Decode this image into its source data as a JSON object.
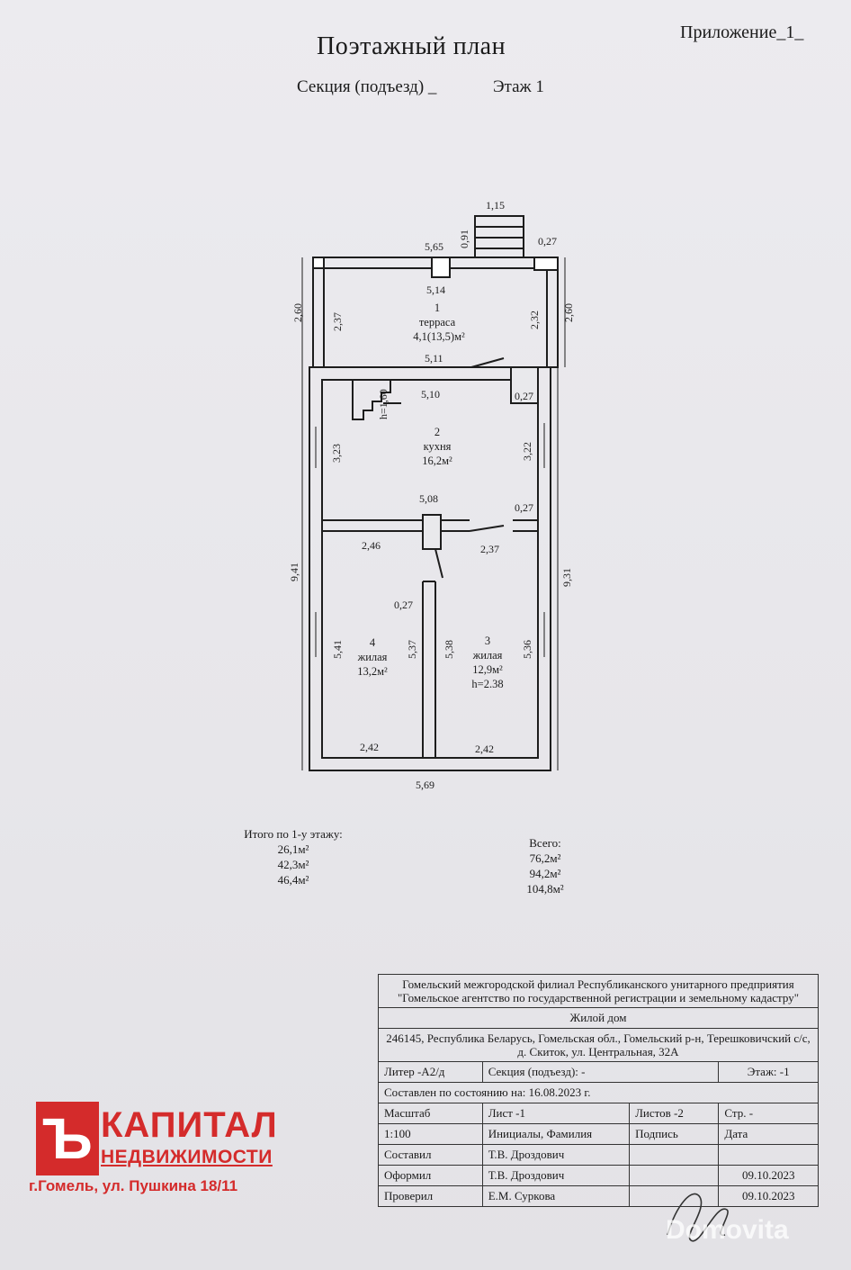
{
  "header": {
    "appendix": "Приложение_1_",
    "title": "Поэтажный план",
    "section": "Секция (подъезд) _",
    "floor": "Этаж 1"
  },
  "plan": {
    "dims": {
      "stairs_w": "1,15",
      "stairs_d": "0,91",
      "top_w": "5,65",
      "top_right": "0,27",
      "terrace_inner_w": "5,14",
      "left_outer_terrace": "2,60",
      "right_outer_terrace": "2,60",
      "terrace_left_h": "2,37",
      "terrace_right_h": "2,32",
      "terrace_bottom": "5,11",
      "kitchen_top": "5,10",
      "kitchen_wall": "0,27",
      "stair_h": "h=1,60",
      "kitchen_left_h": "3,23",
      "kitchen_right_h": "3,22",
      "kitchen_bottom": "5,08",
      "partition1": "0,27",
      "room4_top": "2,46",
      "room3_top": "2,37",
      "left_outer": "9,41",
      "right_outer": "9,31",
      "partition2": "0,27",
      "room4_left": "5,41",
      "room4_right": "5,37",
      "room3_left": "5,38",
      "room3_right": "5,36",
      "room4_bottom": "2,42",
      "room3_bottom": "2,42",
      "bottom_outer": "5,69"
    },
    "rooms": [
      {
        "num": "1",
        "name": "терраса",
        "area": "4,1(13,5)м²"
      },
      {
        "num": "2",
        "name": "кухня",
        "area": "16,2м²"
      },
      {
        "num": "3",
        "name": "жилая",
        "area": "12,9м²",
        "height": "h=2.38"
      },
      {
        "num": "4",
        "name": "жилая",
        "area": "13,2м²"
      }
    ]
  },
  "totals": {
    "floor_label": "Итого по 1-у этажу:",
    "floor_values": [
      "26,1м²",
      "42,3м²",
      "46,4м²"
    ],
    "all_label": "Всего:",
    "all_values": [
      "76,2м²",
      "94,2м²",
      "104,8м²"
    ]
  },
  "title_block": {
    "org": "Гомельский межгородской филиал Республиканского унитарного предприятия \"Гомельское агентство по государственной регистрации и земельному кадастру\"",
    "object": "Жилой дом",
    "address": "246145, Республика Беларусь, Гомельская обл., Гомельский р-н, Терешковичский с/с, д. Скиток, ул. Центральная, 32А",
    "liter": "Литер -А2/д",
    "section": "Секция (подъезд): -",
    "floor": "Этаж: -1",
    "state_label": "Составлен по состоянию на:",
    "state_date": "16.08.2023 г.",
    "scale_label": "Масштаб",
    "sheet": "Лист -1",
    "sheets": "Листов -2",
    "page": "Стр. -",
    "scale": "1:100",
    "initials": "Инициалы, Фамилия",
    "signature": "Подпись",
    "date": "Дата",
    "composed_label": "Составил",
    "composed_by": "Т.В. Дроздович",
    "formed_label": "Оформил",
    "formed_by": "Т.В. Дроздович",
    "checked_label": "Проверил",
    "checked_by": "Е.М. Суркова",
    "sign_date_1": "09.10.2023",
    "sign_date_2": "09.10.2023"
  },
  "logo": {
    "mark": "Ъ",
    "title": "КАПИТАЛ",
    "subtitle": "НЕДВИЖИМОСТИ",
    "address": "г.Гомель, ул. Пушкина 18/11"
  },
  "watermark": "Domovita",
  "colors": {
    "brand": "#d42b2b",
    "ink": "#1a1a1a",
    "paper": "#e9e9ec"
  }
}
